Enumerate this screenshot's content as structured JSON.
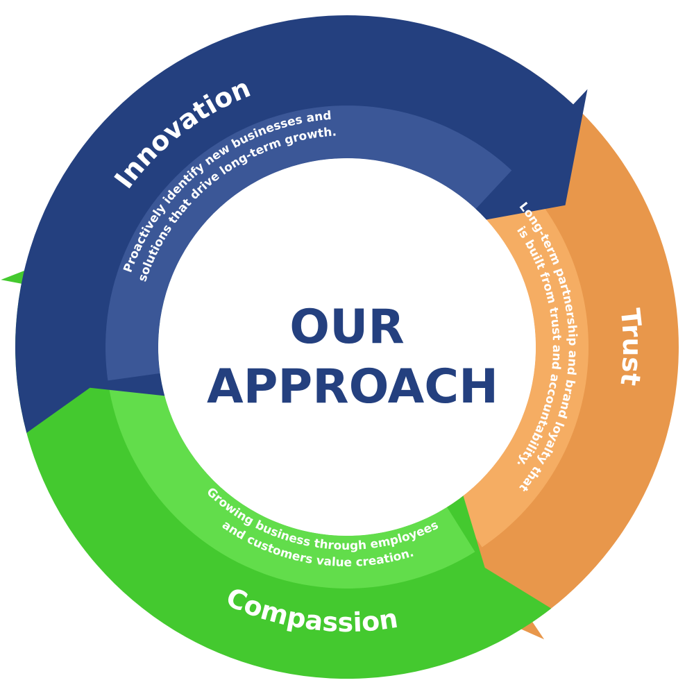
{
  "center": {
    "line1": "OUR",
    "line2": "APPROACH"
  },
  "segments": [
    {
      "key": "innovation",
      "title": "Innovation",
      "desc_line1": "Proactively identify new businesses and",
      "desc_line2": "solutions that drive long-term growth."
    },
    {
      "key": "trust",
      "title": "Trust",
      "desc_line1": "Long-term partnership and brand loyalty that",
      "desc_line2": "is built from trust and accountability."
    },
    {
      "key": "compassion",
      "title": "Compassion",
      "desc_line1": "Growing business through employees",
      "desc_line2": "and customers value creation."
    }
  ],
  "colors": {
    "innovation_outer": "#24407f",
    "innovation_inner": "#3b5797",
    "trust_outer": "#e8974b",
    "trust_inner": "#f5ad63",
    "compassion_outer": "#44c92f",
    "compassion_inner": "#62dd4b",
    "center_text": "#24407f",
    "background": "#ffffff"
  }
}
